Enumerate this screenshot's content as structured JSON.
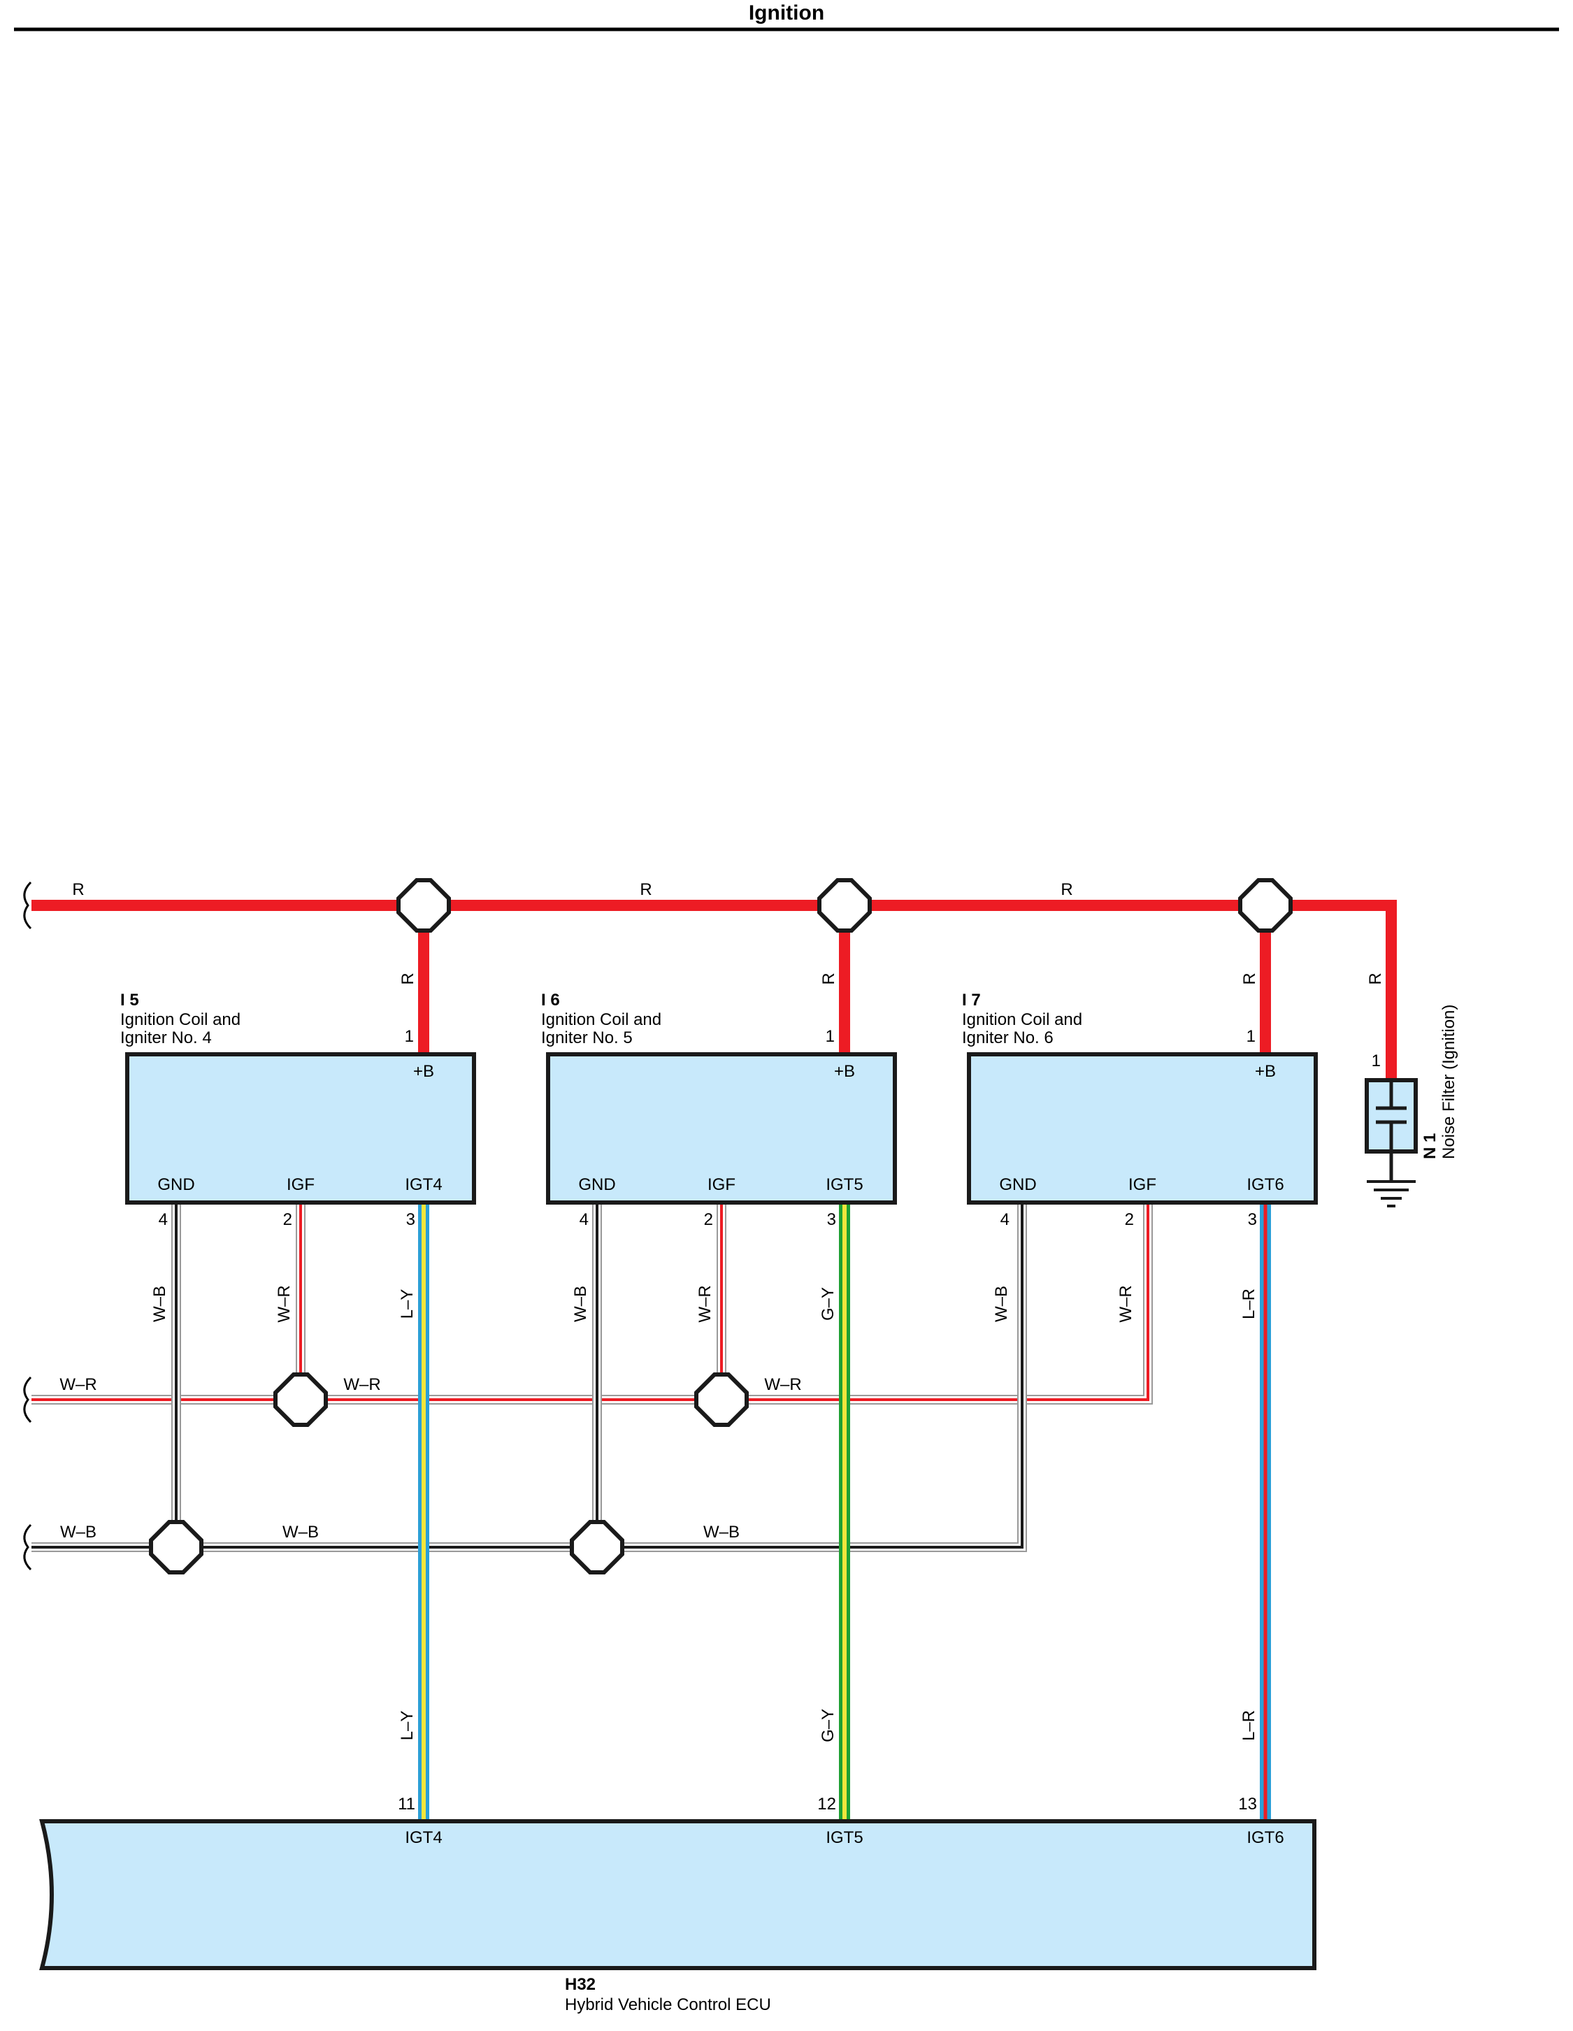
{
  "header": {
    "title": "Ignition"
  },
  "colors": {
    "red": "#ed1c24",
    "white": "#ffffff",
    "black": "#1a1a1a",
    "blue": "#2a9fd8",
    "yellow": "#f4e63c",
    "green": "#1fa033",
    "component_fill": "#c8e9fb",
    "outline": "#1a1a1a"
  },
  "components": {
    "i5": {
      "id": "I 5",
      "line1": "Ignition Coil and",
      "line2": "Igniter No. 4",
      "pins": {
        "b": "+B",
        "gnd": "GND",
        "igf": "IGF",
        "igt": "IGT4"
      },
      "pin_numbers": {
        "b": "1",
        "gnd": "4",
        "igf": "2",
        "igt": "3"
      }
    },
    "i6": {
      "id": "I 6",
      "line1": "Ignition Coil and",
      "line2": "Igniter No. 5",
      "pins": {
        "b": "+B",
        "gnd": "GND",
        "igf": "IGF",
        "igt": "IGT5"
      },
      "pin_numbers": {
        "b": "1",
        "gnd": "4",
        "igf": "2",
        "igt": "3"
      }
    },
    "i7": {
      "id": "I 7",
      "line1": "Ignition Coil and",
      "line2": "Igniter No. 6",
      "pins": {
        "b": "+B",
        "gnd": "GND",
        "igf": "IGF",
        "igt": "IGT6"
      },
      "pin_numbers": {
        "b": "1",
        "gnd": "4",
        "igf": "2",
        "igt": "3"
      }
    },
    "n1": {
      "id": "N 1",
      "name": "Noise Filter (Ignition)",
      "pin": "1"
    },
    "h32": {
      "id": "H32",
      "name": "Hybrid Vehicle Control ECU",
      "pins": {
        "igt4": "IGT4",
        "igt5": "IGT5",
        "igt6": "IGT6"
      },
      "pin_numbers": {
        "igt4": "11",
        "igt5": "12",
        "igt6": "13"
      }
    }
  },
  "wires": {
    "r_bus": "R",
    "r_drop": "R",
    "wr": "W–R",
    "wb": "W–B",
    "ly": "L–Y",
    "gy": "G–Y",
    "lr": "L–R"
  }
}
